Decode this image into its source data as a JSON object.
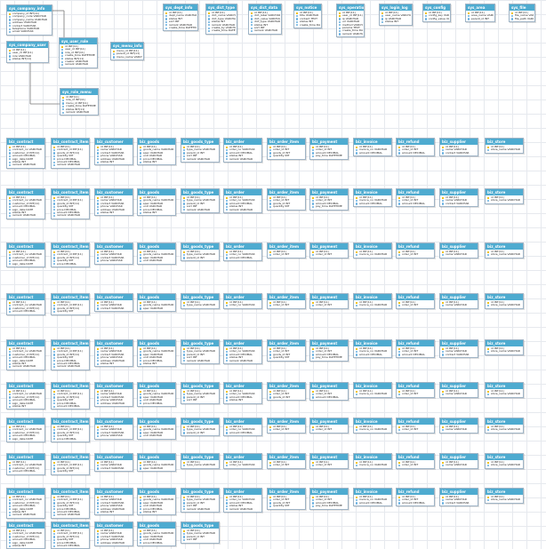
{
  "diagram": {
    "tables": [
      {
        "name": "sys_company_info",
        "rows": [
          "company_id INT(11)",
          "company_code VARCHAR",
          "company_name VARCHAR",
          "address VARCHAR",
          "contact VARCHAR",
          "telephone VARCHAR",
          "email VARCHAR"
        ],
        "keys": [
          0
        ]
      },
      {
        "name": "sys_company_user",
        "rows": [
          "id INT(11)",
          "user_id INT(11)",
          "role VARCHAR",
          "status INT(11)"
        ],
        "keys": [
          0
        ]
      },
      {
        "name": "sys_user_role",
        "rows": [
          "id INT(11)",
          "user_id INT(11)",
          "role_id INT(11)",
          "create_time DATETIME",
          "status INT(11)",
          "creator VARCHAR",
          "remark VARCHAR"
        ],
        "keys": [
          0
        ]
      },
      {
        "name": "sys_menu_info",
        "rows": [
          "menu_id INT(11)",
          "parent_id INT(11)",
          "menu_name VARCHAR"
        ],
        "keys": [
          0
        ]
      },
      {
        "name": "sys_role_menu",
        "rows": [
          "id INT(11)",
          "role_id INT(11)",
          "menu_id INT(11)",
          "create_time DATETIME",
          "status INT(11)",
          "remark VARCHAR"
        ],
        "keys": [
          0
        ]
      },
      {
        "name": "sys_dept_info",
        "rows": [
          "id INT(11)",
          "dept_name VARCHAR",
          "status INT",
          "sort INT",
          "remark VARCHAR",
          "create_time DATETIME"
        ],
        "keys": [
          0
        ]
      },
      {
        "name": "sys_dict_type",
        "rows": [
          "id INT(11)",
          "dict_name VARCHAR",
          "dict_type VARCHAR",
          "status INT",
          "remark VARCHAR",
          "create_by VARCHAR",
          "create_time DATETIME"
        ],
        "keys": [
          0
        ]
      },
      {
        "name": "sys_dict_data",
        "rows": [
          "id INT(11)",
          "dict_label VARCHAR",
          "dict_value VARCHAR",
          "dict_type VARCHAR",
          "status INT",
          "sort INT",
          "remark VARCHAR"
        ],
        "keys": [
          0
        ]
      },
      {
        "name": "sys_notice",
        "rows": [
          "id INT(11)",
          "title VARCHAR",
          "content TEXT",
          "status INT",
          "create_time DATETIME"
        ],
        "keys": [
          0
        ]
      },
      {
        "name": "sys_operation_log",
        "rows": [
          "id INT(11)",
          "user_id INT(11)",
          "ip VARCHAR",
          "url VARCHAR",
          "method VARCHAR",
          "params TEXT",
          "create_time DATETIME",
          "remark VARCHAR"
        ],
        "keys": [
          0,
          1
        ]
      },
      {
        "name": "sys_login_log",
        "rows": [
          "id INT(11)",
          "user_name VARCHAR",
          "ip VARCHAR",
          "status INT"
        ],
        "keys": [
          0
        ]
      },
      {
        "name": "sys_config",
        "rows": [
          "id INT(11)",
          "config_key VARCHAR",
          "config_value VARCHAR"
        ],
        "keys": [
          0
        ]
      },
      {
        "name": "sys_area",
        "rows": [
          "id INT(11)",
          "area_name VARCHAR",
          "parent_id INT"
        ],
        "keys": [
          0
        ]
      },
      {
        "name": "sys_file",
        "rows": [
          "id INT(11)",
          "file_name VARCHAR",
          "file_path VARCHAR"
        ],
        "keys": [
          0
        ]
      }
    ],
    "grid_tables": [
      {
        "name": "biz_contract",
        "rows": [
          "id INT(11)",
          "contract_no VARCHAR",
          "customer_id INT(11)",
          "amount DECIMAL",
          "sign_date DATE",
          "status INT",
          "remark VARCHAR"
        ],
        "keys": [
          0
        ]
      },
      {
        "name": "biz_contract_item",
        "rows": [
          "id INT(11)",
          "contract_id INT(11)",
          "goods_id INT(11)",
          "quantity INT",
          "price DECIMAL",
          "amount DECIMAL",
          "remark VARCHAR"
        ],
        "keys": [
          0
        ]
      },
      {
        "name": "biz_customer",
        "rows": [
          "id INT(11)",
          "name VARCHAR",
          "contact VARCHAR",
          "phone VARCHAR",
          "address VARCHAR",
          "status INT"
        ],
        "keys": [
          0
        ]
      },
      {
        "name": "biz_goods",
        "rows": [
          "id INT(11)",
          "goods_name VARCHAR",
          "spec VARCHAR",
          "unit VARCHAR",
          "price DECIMAL",
          "status INT"
        ],
        "keys": [
          0
        ]
      },
      {
        "name": "biz_goods_type",
        "rows": [
          "id INT(11)",
          "type_name VARCHAR",
          "parent_id INT",
          "sort INT",
          "remark VARCHAR"
        ],
        "keys": [
          0
        ]
      },
      {
        "name": "biz_order",
        "rows": [
          "id INT(11)",
          "order_no VARCHAR",
          "amount DECIMAL",
          "status INT",
          "remark VARCHAR"
        ],
        "keys": [
          0
        ]
      },
      {
        "name": "biz_order_item",
        "rows": [
          "id INT(11)",
          "order_id INT",
          "goods_id INT",
          "quantity INT"
        ],
        "keys": [
          0
        ]
      },
      {
        "name": "biz_payment",
        "rows": [
          "id INT(11)",
          "order_id INT",
          "amount DECIMAL",
          "pay_time DATETIME"
        ],
        "keys": [
          0
        ]
      },
      {
        "name": "biz_invoice",
        "rows": [
          "id INT(11)",
          "invoice_no VARCHAR",
          "amount DECIMAL"
        ],
        "keys": [
          0
        ]
      },
      {
        "name": "biz_refund",
        "rows": [
          "id INT(11)",
          "order_id INT",
          "amount DECIMAL"
        ],
        "keys": [
          0
        ]
      },
      {
        "name": "biz_supplier",
        "rows": [
          "id INT(11)",
          "name VARCHAR",
          "contact VARCHAR"
        ],
        "keys": [
          0
        ]
      },
      {
        "name": "biz_store",
        "rows": [
          "id INT(11)",
          "store_name VARCHAR"
        ],
        "keys": [
          0
        ]
      }
    ]
  }
}
